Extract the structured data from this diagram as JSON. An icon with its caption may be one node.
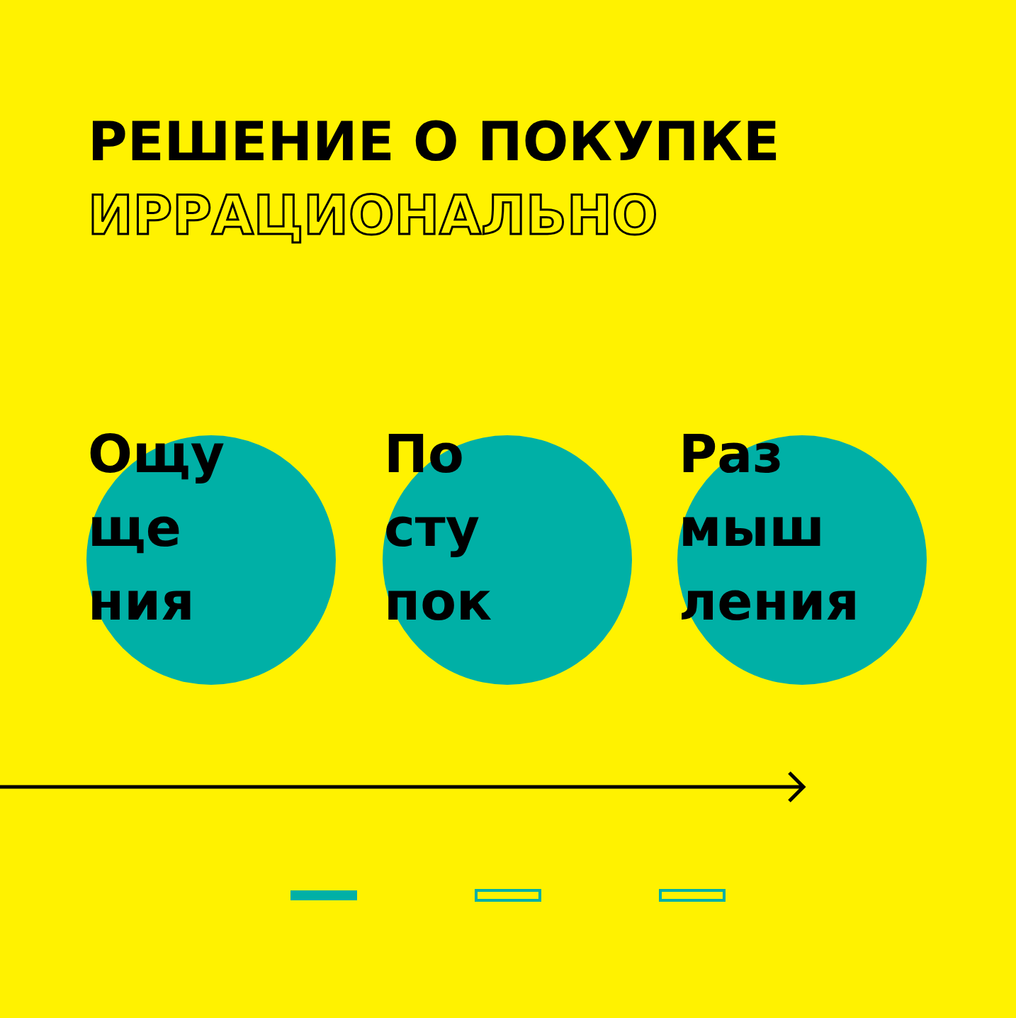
{
  "diagram": {
    "title": "РЕШЕНИЕ О ПОКУПКЕ",
    "nodes": [
      {
        "text": [
          "Ощу ще ния"
        ]
      },
      {
        "text": [
          "По сту пок"
        ]
      },
      {
        "text": [
          "Раз мыш ления"
        ]
      }
    ],
    "labels": [
      "ИРРАЦИОНАЛЬНО"
    ]
  }
}
